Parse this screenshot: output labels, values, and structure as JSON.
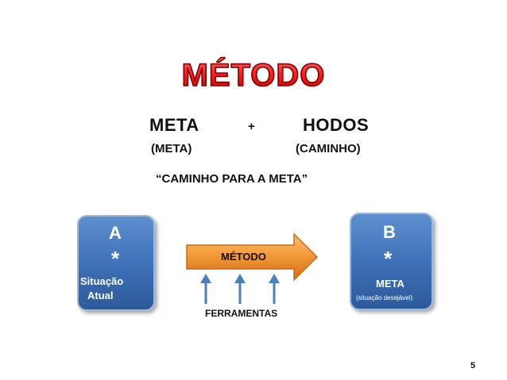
{
  "title": "MÉTODO",
  "header": {
    "left_word": "META",
    "plus": "+",
    "right_word": "HODOS",
    "left_meaning": "(META)",
    "right_meaning": "(CAMINHO)",
    "phrase": "“CAMINHO PARA A META”"
  },
  "box_a": {
    "letter": "A",
    "star": "*",
    "line1": "Situação",
    "line2": "Atual"
  },
  "box_b": {
    "letter": "B",
    "star": "*",
    "label": "META",
    "note": "(situação desejável)"
  },
  "arrow_label": "MÉTODO",
  "tools_label": "FERRAMENTAS",
  "page_number": "5",
  "colors": {
    "title_fill": "#ff1a1a",
    "title_stroke": "#7a0000",
    "box": "#3d6fb6",
    "arrow": "#f08a24",
    "up_arrows": "#4a7fc0"
  }
}
